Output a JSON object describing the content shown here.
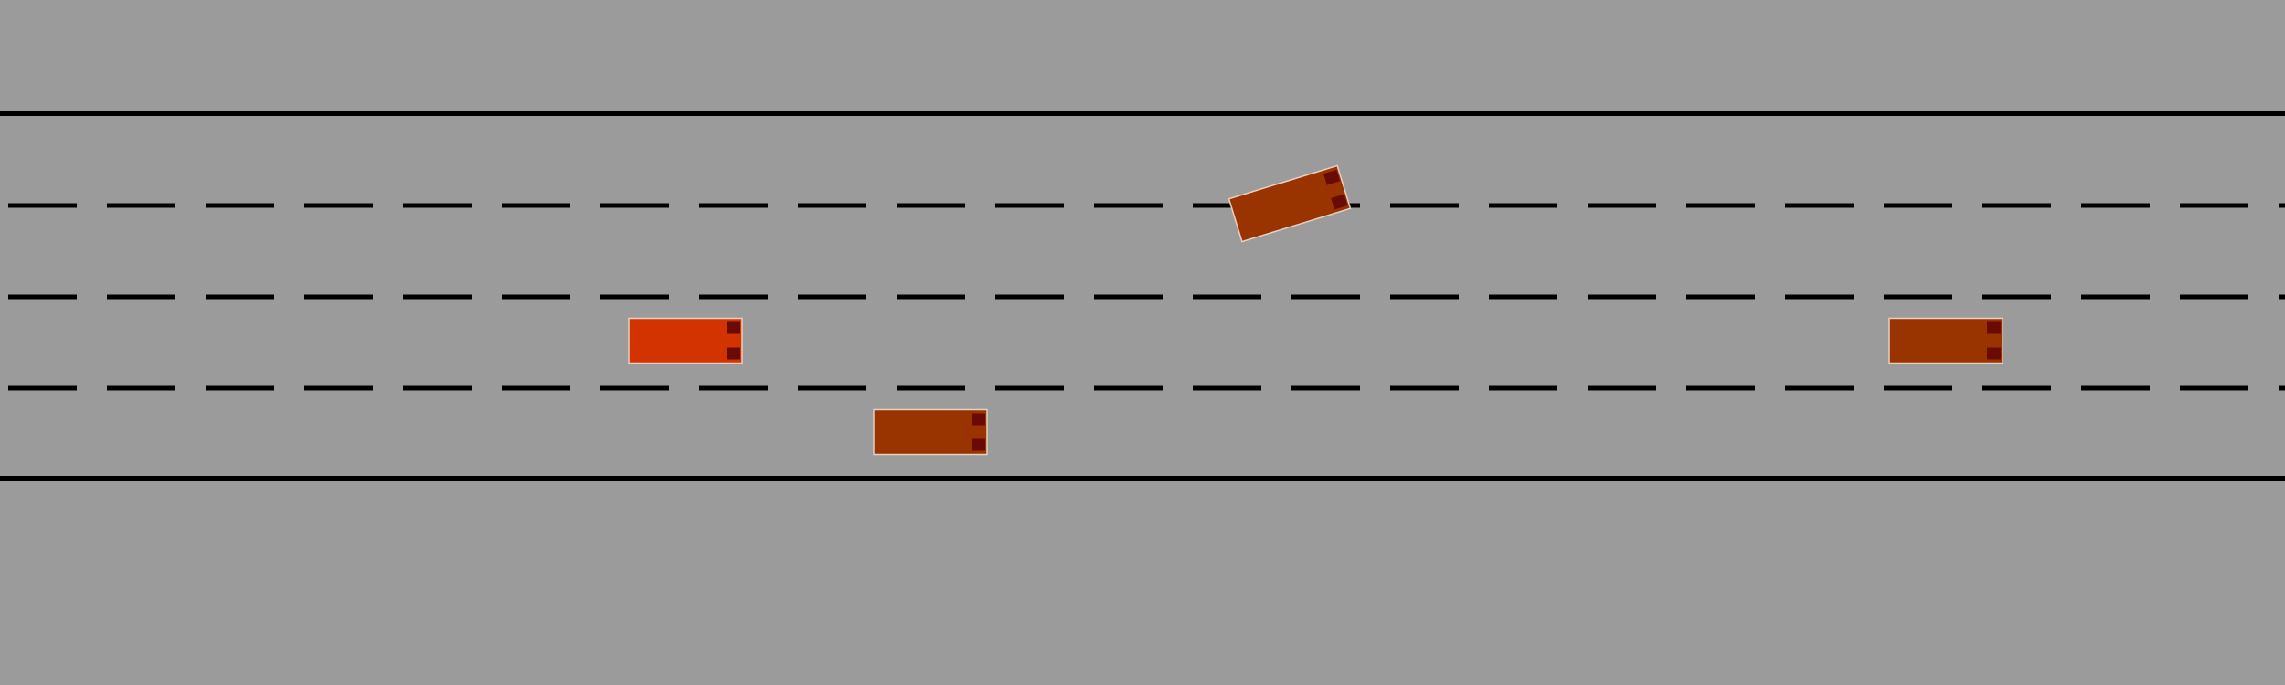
{
  "colors": {
    "background": "#9b9b9b",
    "edge_line": "#000000",
    "lane_marking": "#000000",
    "vehicle_outline": "#e8d0c0",
    "vehicle_light": "#6a0a05"
  },
  "road": {
    "lane_count": 4,
    "edge_lines": [
      "solid-top",
      "solid-bottom"
    ],
    "lane_dividers": [
      "dashed",
      "dashed",
      "dashed"
    ]
  },
  "vehicles": [
    {
      "id": "ego-vehicle",
      "role": "ego",
      "lane": 3,
      "color": "#d33300",
      "heading_deg": 0,
      "state": "driving"
    },
    {
      "id": "vehicle-1",
      "role": "other",
      "lane": 4,
      "color": "#993300",
      "heading_deg": 0,
      "state": "driving"
    },
    {
      "id": "vehicle-2",
      "role": "other",
      "lane": 1,
      "color": "#993300",
      "heading_deg": -17,
      "state": "changing-lane"
    },
    {
      "id": "vehicle-3",
      "role": "other",
      "lane": 3,
      "color": "#993300",
      "heading_deg": 0,
      "state": "driving"
    }
  ]
}
